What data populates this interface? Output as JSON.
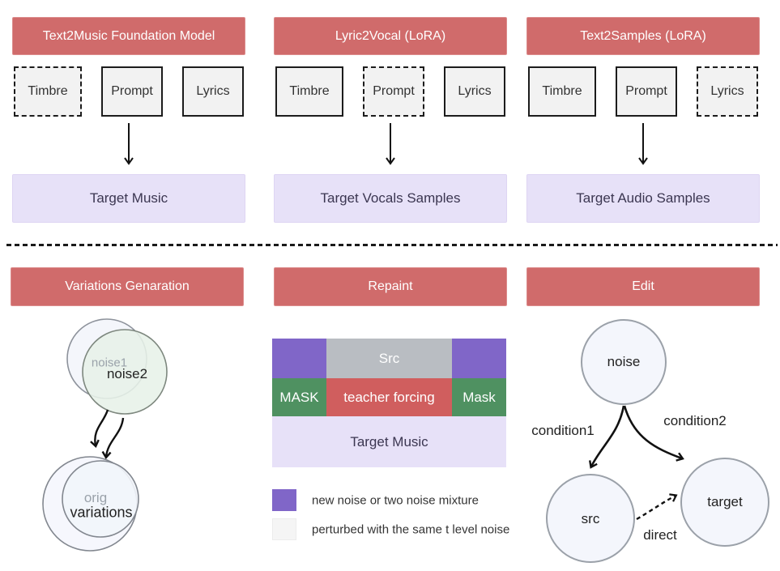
{
  "top_panels": [
    {
      "title": "Text2Music Foundation Model",
      "inputs": [
        {
          "label": "Timbre"
        },
        {
          "label": "Prompt"
        },
        {
          "label": "Lyrics"
        }
      ],
      "target": "Target Music"
    },
    {
      "title": "Lyric2Vocal (LoRA)",
      "inputs": [
        {
          "label": "Timbre"
        },
        {
          "label": "Prompt"
        },
        {
          "label": "Lyrics"
        }
      ],
      "target": "Target Vocals Samples"
    },
    {
      "title": "Text2Samples (LoRA)",
      "inputs": [
        {
          "label": "Timbre"
        },
        {
          "label": "Prompt"
        },
        {
          "label": "Lyrics"
        }
      ],
      "target": "Target Audio Samples"
    }
  ],
  "bottom": {
    "variations": {
      "title": "Variations Genaration",
      "noise1": "noise1",
      "noise2": "noise2",
      "orig": "orig",
      "variations": "variations"
    },
    "repaint": {
      "title": "Repaint",
      "src": "Src",
      "mask_left": "MASK",
      "teacher_forcing": "teacher forcing",
      "mask_right": "Mask",
      "target": "Target Music",
      "legend": [
        {
          "label": "new noise or two noise mixture"
        },
        {
          "label": "perturbed with the same t level noise"
        }
      ]
    },
    "edit": {
      "title": "Edit",
      "noise": "noise",
      "src": "src",
      "target": "target",
      "condition1": "condition1",
      "condition2": "condition2",
      "direct": "direct"
    }
  },
  "colors": {
    "header_red": "#d06b6b",
    "lavender": "#e7e1f8",
    "purple": "#8066c8",
    "green": "#4f9161",
    "cell_red": "#d05e5e",
    "src_gray": "#b9bdc2",
    "box_fill": "#f2f2f2",
    "noise_green": "#e7f1e8",
    "circle_fill": "#f4f6fc"
  }
}
